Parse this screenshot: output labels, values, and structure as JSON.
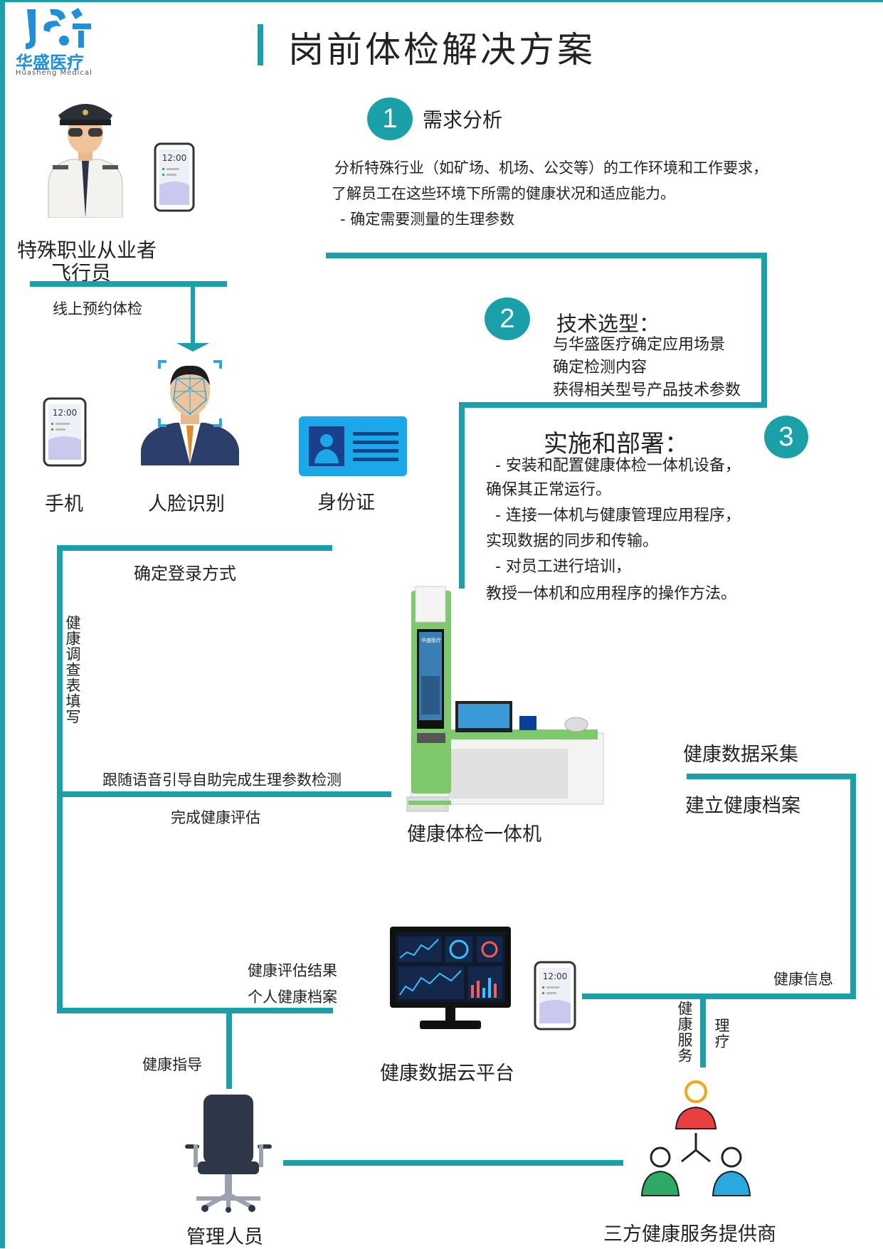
{
  "logo": {
    "cn": "华盛医疗",
    "en": "Huasheng Medical"
  },
  "title": "岗前体检解决方案",
  "steps": [
    {
      "num": "1",
      "title": "需求分析",
      "lines": [
        "分析特殊行业（如矿场、机场、公交等）的工作环境和工作要求，",
        "了解员工在这些环境下所需的健康状况和适应能力。",
        "- 确定需要测量的生理参数"
      ]
    },
    {
      "num": "2",
      "title": "技术选型：",
      "lines": [
        "与华盛医疗确定应用场景",
        "确定检测内容",
        "获得相关型号产品技术参数"
      ]
    },
    {
      "num": "3",
      "title": "实施和部署：",
      "lines": [
        "- 安装和配置健康体检一体机设备，",
        "确保其正常运行。",
        "- 连接一体机与健康管理应用程序，",
        "实现数据的同步和传输。",
        "- 对员工进行培训，",
        "教授一体机和应用程序的操作方法。"
      ]
    }
  ],
  "labels": {
    "pilot": [
      "特殊职业从业者",
      "飞行员"
    ],
    "online_booking": "线上预约体检",
    "phone_time": "12:00",
    "phone": "手机",
    "face": "人脸识别",
    "idcard": "身份证",
    "login": "确定登录方式",
    "survey": "健康调查表填写",
    "voice": "跟随语音引导自助完成生理参数检测",
    "assessment": "完成健康评估",
    "kiosk": "健康体检一体机",
    "kiosk_logo": "华盛医疗",
    "collect": "健康数据采集",
    "archive": "建立健康档案",
    "results": [
      "健康评估结果",
      "个人健康档案"
    ],
    "cloud": "健康数据云平台",
    "health_info": "健康信息",
    "health_service": "健康服务",
    "therapy": "理疗",
    "guidance": "健康指导",
    "manager": "管理人员",
    "provider": "三方健康服务提供商"
  },
  "colors": {
    "accent": "#1aa0a8",
    "logo_blue": "#1e8fd8",
    "idcard_blue": "#1aa8e8"
  }
}
